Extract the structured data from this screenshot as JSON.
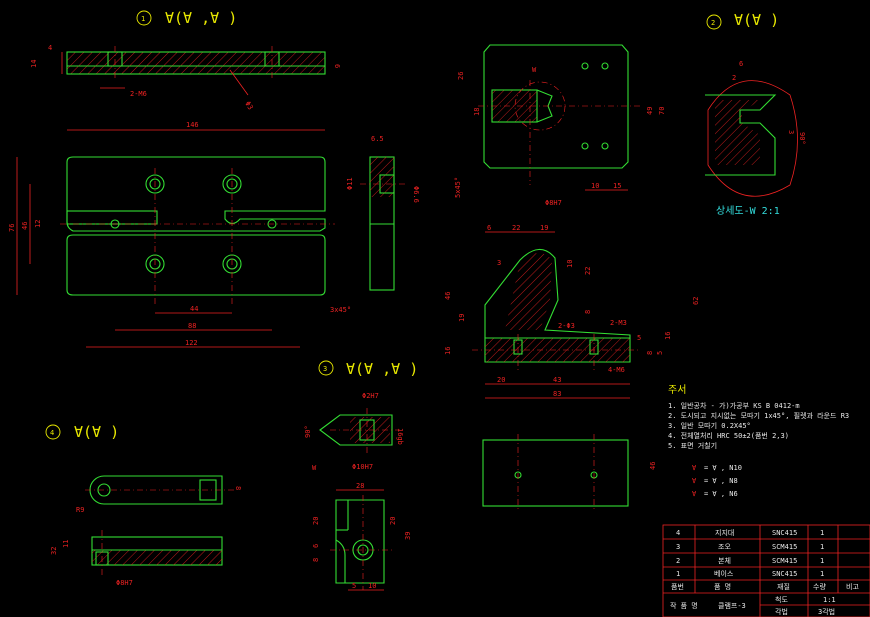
{
  "views": {
    "v1": {
      "number": "1",
      "roughness": "∀(∀ ,∀ )"
    },
    "v2": {
      "number": "2",
      "roughness": "∀(∀ )"
    },
    "v3": {
      "number": "3",
      "roughness": "∀(∀ ,∀ )"
    },
    "v4": {
      "number": "4",
      "roughness": "∀(∀ )"
    }
  },
  "dims_v1": {
    "top_14": "14",
    "top_4": "4",
    "top_6": "6",
    "top_2m6": "2-M6",
    "top_phi3": "Φ3",
    "w146": "146",
    "h76": "76",
    "h46": "46",
    "h12": "12",
    "d44": "44",
    "d88": "88",
    "d122": "122",
    "chamfer": "3x45°",
    "side_65": "6.5",
    "side_phi11": "Φ11",
    "side_phi66": "Φ6.6"
  },
  "dims_v2": {
    "d26": "26",
    "d18": "18",
    "d49": "49",
    "d70": "70",
    "d10": "10",
    "d15": "15",
    "phi8h7": "Φ8H7",
    "c5x45": "5x45°",
    "w_label": "W",
    "det_6": "6",
    "det_2": "2",
    "det_3": "3",
    "det_90": "90°",
    "detail_caption": "상세도-W 2:1",
    "e6": "6",
    "e22": "22",
    "e19": "19",
    "e10": "10",
    "e22b": "22",
    "r3": "3",
    "e8": "8",
    "e46": "46",
    "e19b": "19",
    "e16": "16",
    "e62": "62",
    "e16b": "16",
    "e2phi3": "2-Φ3",
    "e2m3": "2-M3",
    "e5": "5",
    "e4m6": "4-M6",
    "e8b": "8",
    "e5b": "5",
    "e20": "20",
    "e43": "43",
    "e83": "83",
    "e46b": "46"
  },
  "dims_v3": {
    "phi2h7": "Φ2H7",
    "d90": "90°",
    "d16": "16gb",
    "phi10h7": "Φ10H7",
    "w_label": "W",
    "b28": "28",
    "b20": "20",
    "b20b": "20",
    "b39": "39",
    "b6": "6",
    "b8": "8",
    "b5": "5",
    "b10": "10"
  },
  "dims_v4": {
    "r9": "R9",
    "d8": "8",
    "d32": "32",
    "d11": "11",
    "phi8h7": "Φ8H7"
  },
  "notes": {
    "title": "주서",
    "lines": [
      "1. 일반공차 - 가)가공부  KS B 0412-m",
      "2. 도시되고 지시없는 모따기 1x45°, 필렛과 라운드 R3",
      "3. 일반 모따기 0.2X45°",
      "4. 전체열처리 HRC 50±2(품번 2,3)",
      "5. 표면 거칠기"
    ],
    "rough": [
      {
        "sym": "∀",
        "eq": "=  ∀ , N10"
      },
      {
        "sym": "∀",
        "eq": "=  ∀ , N8"
      },
      {
        "sym": "∀",
        "eq": "=  ∀ , N6"
      }
    ]
  },
  "title_block": {
    "rows": [
      {
        "no": "4",
        "name": "지지대",
        "material": "SNC415",
        "qty": "1",
        "note": ""
      },
      {
        "no": "3",
        "name": "조오",
        "material": "SCM415",
        "qty": "1",
        "note": ""
      },
      {
        "no": "2",
        "name": "본체",
        "material": "SCM415",
        "qty": "1",
        "note": ""
      },
      {
        "no": "1",
        "name": "베이스",
        "material": "SNC415",
        "qty": "1",
        "note": ""
      }
    ],
    "header": {
      "no": "품번",
      "name": "품 명",
      "material": "재질",
      "qty": "수량",
      "note": "비고"
    },
    "work_label": "작 품 명",
    "work_name": "클램프-3",
    "scale_label": "척도",
    "scale_value": "1:1",
    "proj_label": "각법",
    "proj_value": "3각법"
  }
}
